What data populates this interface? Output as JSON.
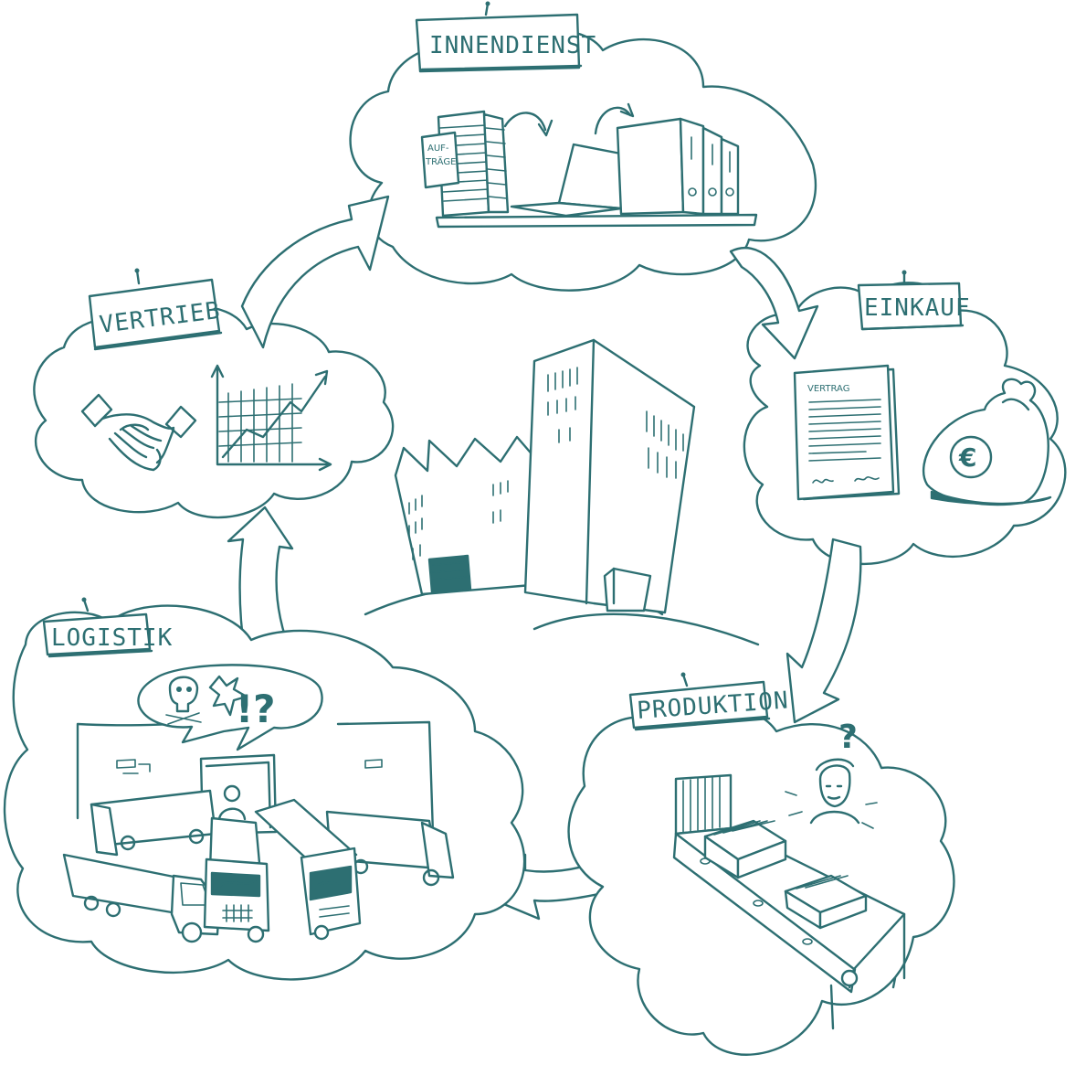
{
  "palette": {
    "ink": "#2d6f72",
    "background": "#ffffff"
  },
  "nodes": {
    "innendienst": {
      "label": "INNENDIENST",
      "doc_label_1": "AUF-",
      "doc_label_2": "TRÄGE"
    },
    "einkauf": {
      "label": "EINKAUF",
      "contract_title": "VERTRAG",
      "currency_symbol": "€"
    },
    "vertrieb": {
      "label": "VERTRIEB"
    },
    "logistik": {
      "label": "LOGISTIK",
      "speech_marks": "!?"
    },
    "produktion": {
      "label": "PRODUKTION",
      "question_mark": "?"
    }
  },
  "icons": [
    "pin-icon",
    "handshake-icon",
    "growth-chart-icon",
    "paper-stack-icon",
    "laptop-icon",
    "binder-icon",
    "contract-icon",
    "money-bag-icon",
    "truck-icon",
    "skull-icon",
    "conveyor-belt-icon",
    "worker-icon",
    "building-icon"
  ]
}
